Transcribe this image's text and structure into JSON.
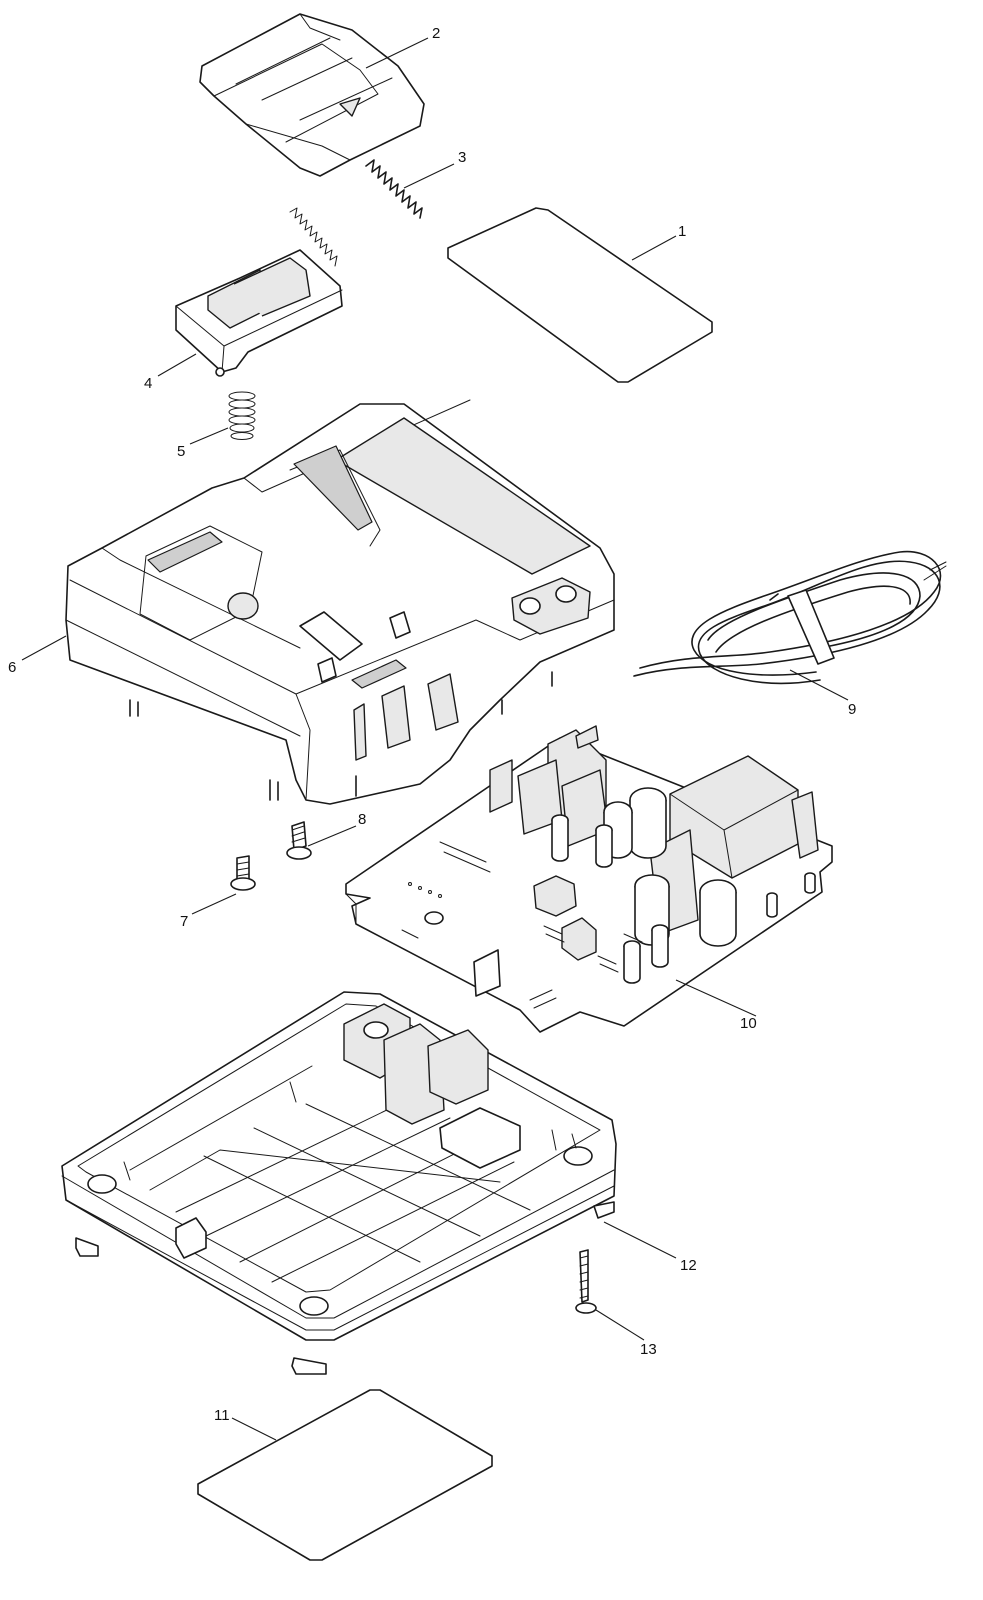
{
  "diagram": {
    "type": "exploded-parts-view",
    "line_color": "#1a1a1a",
    "background": "#ffffff",
    "callouts": {
      "p1": "1",
      "p2": "2",
      "p3": "3",
      "p4": "4",
      "p5": "5",
      "p6": "6",
      "p7": "7",
      "p8": "8",
      "p9": "9",
      "p10": "10",
      "p11": "11",
      "p12": "12",
      "p13": "13"
    }
  }
}
